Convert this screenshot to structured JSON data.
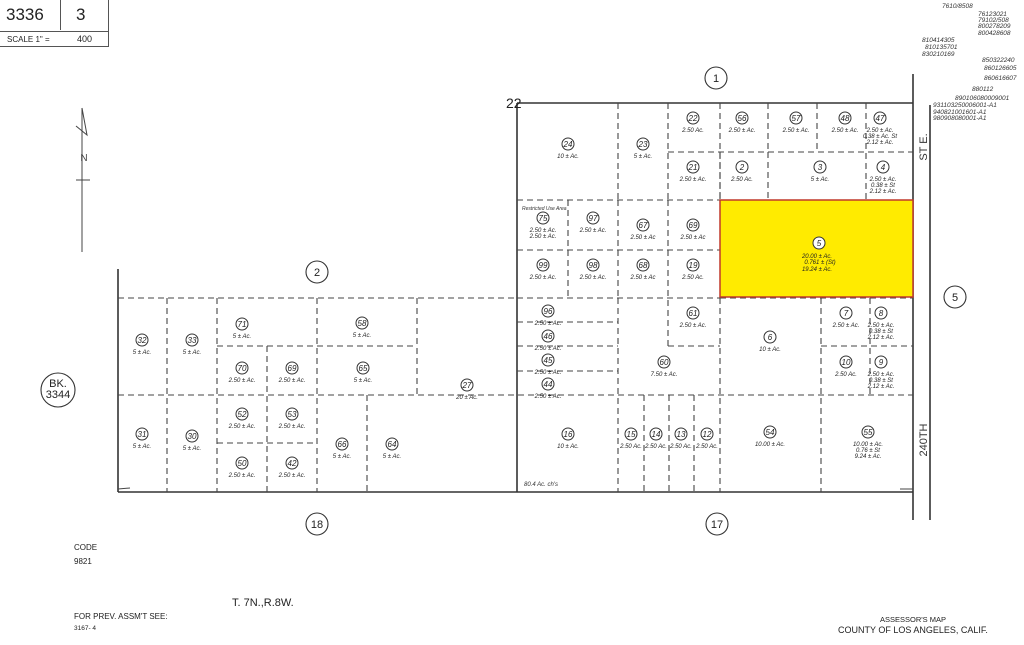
{
  "header": {
    "map_book": "3336",
    "map_page": "3",
    "scale_label": "SCALE 1\" =",
    "scale_value": "400"
  },
  "north_arrow": {
    "label": "N"
  },
  "section_labels": {
    "sec_22": "22",
    "sec_1": "1",
    "sec_2": "2",
    "sec_5": "5",
    "sec_18": "18",
    "sec_17": "17",
    "book_ref": "BK. 3344"
  },
  "streets": {
    "east_street_1": "ST E.",
    "east_street_2": "240TH",
    "road_label": "80.4 Ac. ch's"
  },
  "document_numbers": [
    "7610/8508",
    "76123021",
    "79102/508",
    "800278209",
    "800428608",
    "810414305",
    "810135701",
    "830210169",
    "850322240",
    "860126605",
    "860616607",
    "880112",
    "890106080009001",
    "931103250006001-A1",
    "940821001601-A1",
    "980908080001-A1"
  ],
  "highlighted_parcel": {
    "number": "5",
    "lines": [
      "20.00 ± Ac.",
      "0.761 ± (St)",
      "19.24 ± Ac."
    ],
    "color": "#ffeb00",
    "border": "#c0392b"
  },
  "parcels": [
    {
      "num": "24",
      "acres": "10 ± Ac."
    },
    {
      "num": "23",
      "acres": "5 ± Ac."
    },
    {
      "num": "22",
      "acres": "2.50 Ac."
    },
    {
      "num": "56",
      "acres": "2.50 ± Ac."
    },
    {
      "num": "57",
      "acres": "2.50 ± Ac."
    },
    {
      "num": "48",
      "acres": "2.50 ± Ac."
    },
    {
      "num": "47",
      "acres": "2.50 ± Ac. / 0.38 ± Ac. St / 2.12 ± Ac."
    },
    {
      "num": "21",
      "acres": "2.50 ± Ac."
    },
    {
      "num": "2",
      "acres": "2.50 Ac."
    },
    {
      "num": "3",
      "acres": "5 ± Ac."
    },
    {
      "num": "4",
      "acres": "2.50 ± Ac. / 0.38 ± St / 2.12 ± Ac."
    },
    {
      "num": "75",
      "acres": "2.50 ± Ac. / 2.50 ± Ac."
    },
    {
      "num": "97",
      "acres": "2.50 ± Ac."
    },
    {
      "num": "67",
      "acres": "2.50 ± Ac"
    },
    {
      "num": "69",
      "acres": "2.50 ± Ac"
    },
    {
      "num": "99",
      "acres": "2.50 ± Ac."
    },
    {
      "num": "98",
      "acres": "2.50 ± Ac."
    },
    {
      "num": "68",
      "acres": "2.50 ± Ac"
    },
    {
      "num": "19",
      "acres": "2.50 Ac."
    },
    {
      "num": "96",
      "acres": "2.50 ± Ac."
    },
    {
      "num": "46",
      "acres": "2.50 ± Ac."
    },
    {
      "num": "45",
      "acres": "2.50 ± Ac."
    },
    {
      "num": "44",
      "acres": "2.50 ± Ac."
    },
    {
      "num": "61",
      "acres": "2.50 ± Ac."
    },
    {
      "num": "60",
      "acres": "7.50 ± Ac."
    },
    {
      "num": "6",
      "acres": "10 ± Ac."
    },
    {
      "num": "7",
      "acres": "2.50 ± Ac."
    },
    {
      "num": "8",
      "acres": "2.50 ± Ac. / 0.38 ± St / 2.12 ± Ac."
    },
    {
      "num": "10",
      "acres": "2.50 Ac."
    },
    {
      "num": "9",
      "acres": "2.50 ± Ac. / 0.38 ± St / 2.12 ± Ac."
    },
    {
      "num": "16",
      "acres": "10 ± Ac."
    },
    {
      "num": "15",
      "acres": "2.50 Ac."
    },
    {
      "num": "14",
      "acres": "2.50 Ac."
    },
    {
      "num": "13",
      "acres": "2.50 Ac."
    },
    {
      "num": "12",
      "acres": "2.50 Ac."
    },
    {
      "num": "54",
      "acres": "10.00 ± Ac."
    },
    {
      "num": "55",
      "acres": "10.00 ± Ac. / 0.76 ± St / 9.24 ± Ac."
    },
    {
      "num": "32",
      "acres": "5 ± Ac."
    },
    {
      "num": "33",
      "acres": "5 ± Ac."
    },
    {
      "num": "71",
      "acres": "5 ± Ac."
    },
    {
      "num": "58",
      "acres": "5 ± Ac."
    },
    {
      "num": "70",
      "acres": "2.50 ± Ac."
    },
    {
      "num": "69b",
      "acres": "2.50 ± Ac."
    },
    {
      "num": "65",
      "acres": "5 ± Ac."
    },
    {
      "num": "27",
      "acres": "20 ± Ac."
    },
    {
      "num": "31",
      "acres": "5 ± Ac."
    },
    {
      "num": "30",
      "acres": "5 ± Ac."
    },
    {
      "num": "52",
      "acres": "2.50 ± Ac."
    },
    {
      "num": "53",
      "acres": "2.50 ± Ac."
    },
    {
      "num": "50",
      "acres": "2.50 ± Ac."
    },
    {
      "num": "42",
      "acres": "2.50 ± Ac."
    },
    {
      "num": "66",
      "acres": "5 ± Ac."
    },
    {
      "num": "64",
      "acres": "5 ± Ac."
    }
  ],
  "restricted_note": "Restricted Use Area",
  "footer": {
    "code_label": "CODE",
    "code_value": "9821",
    "township": "T. 7N.,R.8W.",
    "prev_label": "FOR PREV. ASSM'T SEE:",
    "prev_value": "3167- 4",
    "map_title_1": "ASSESSOR'S MAP",
    "map_title_2": "COUNTY OF LOS ANGELES, CALIF."
  }
}
